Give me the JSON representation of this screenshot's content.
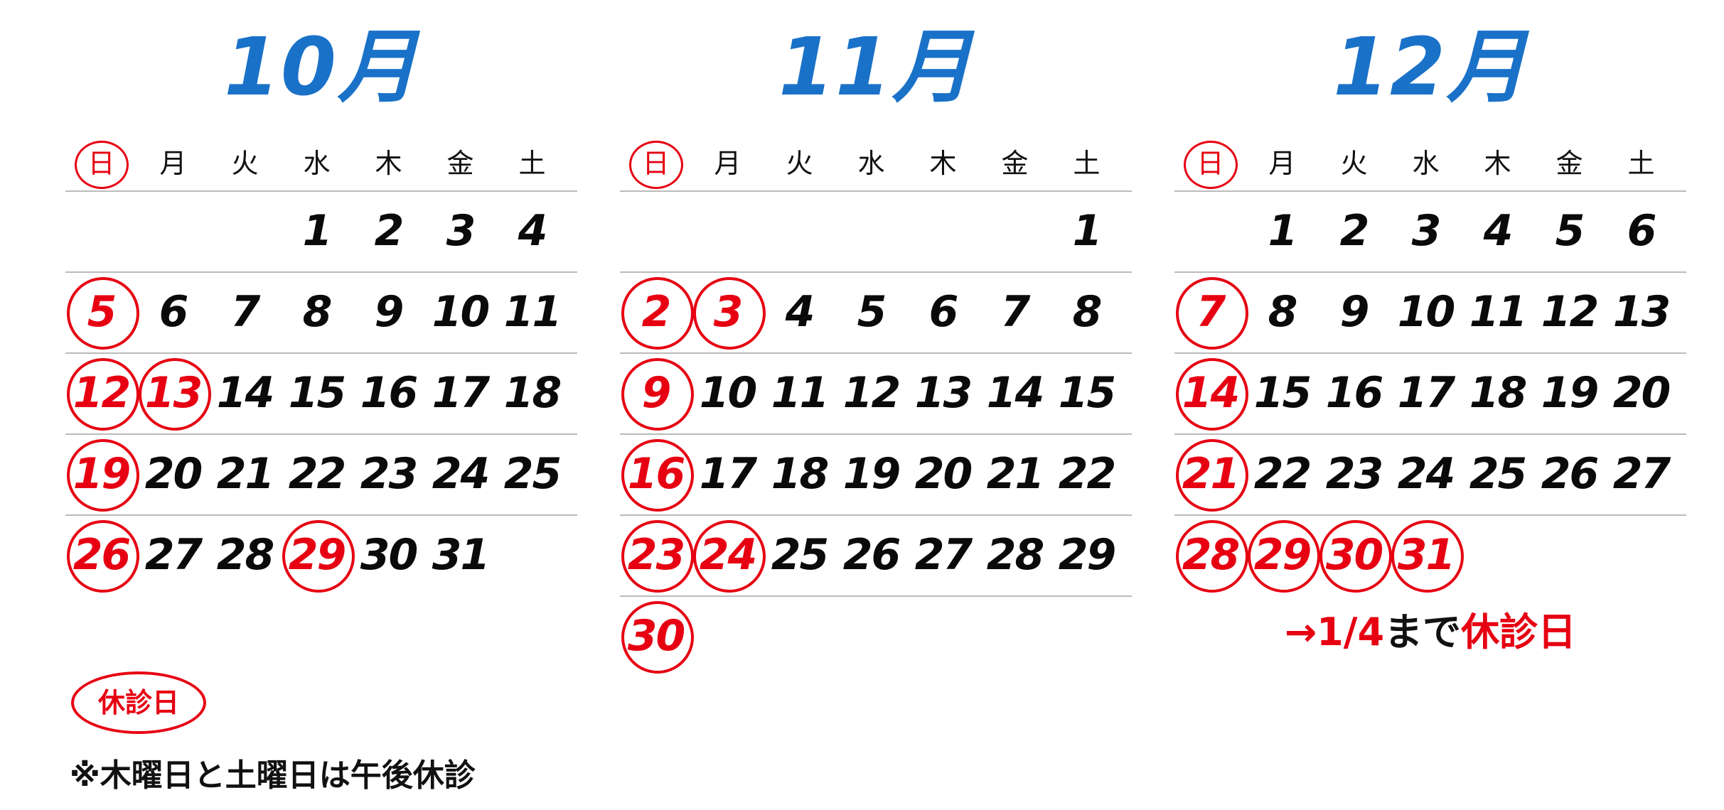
{
  "months": [
    {
      "title": "10月",
      "weekdays": [
        "日",
        "月",
        "火",
        "水",
        "木",
        "金",
        "土"
      ],
      "weeks": [
        [
          "",
          "",
          "",
          "1",
          "2",
          "3",
          "4"
        ],
        [
          "5",
          "6",
          "7",
          "8",
          "9",
          "10",
          "11"
        ],
        [
          "12",
          "13",
          "14",
          "15",
          "16",
          "17",
          "18"
        ],
        [
          "19",
          "20",
          "21",
          "22",
          "23",
          "24",
          "25"
        ],
        [
          "26",
          "27",
          "28",
          "29",
          "30",
          "31",
          ""
        ]
      ],
      "closed_days": [
        "5",
        "12",
        "13",
        "19",
        "26",
        "29"
      ]
    },
    {
      "title": "11月",
      "weekdays": [
        "日",
        "月",
        "火",
        "水",
        "木",
        "金",
        "土"
      ],
      "weeks": [
        [
          "",
          "",
          "",
          "",
          "",
          "",
          "1"
        ],
        [
          "2",
          "3",
          "4",
          "5",
          "6",
          "7",
          "8"
        ],
        [
          "9",
          "10",
          "11",
          "12",
          "13",
          "14",
          "15"
        ],
        [
          "16",
          "17",
          "18",
          "19",
          "20",
          "21",
          "22"
        ],
        [
          "23",
          "24",
          "25",
          "26",
          "27",
          "28",
          "29"
        ],
        [
          "30",
          "",
          "",
          "",
          "",
          "",
          ""
        ]
      ],
      "closed_days": [
        "2",
        "3",
        "9",
        "16",
        "23",
        "24",
        "30"
      ]
    },
    {
      "title": "12月",
      "weekdays": [
        "日",
        "月",
        "火",
        "水",
        "木",
        "金",
        "土"
      ],
      "weeks": [
        [
          "",
          "1",
          "2",
          "3",
          "4",
          "5",
          "6"
        ],
        [
          "7",
          "8",
          "9",
          "10",
          "11",
          "12",
          "13"
        ],
        [
          "14",
          "15",
          "16",
          "17",
          "18",
          "19",
          "20"
        ],
        [
          "21",
          "22",
          "23",
          "24",
          "25",
          "26",
          "27"
        ],
        [
          "28",
          "29",
          "30",
          "31",
          "",
          "",
          ""
        ]
      ],
      "closed_days": [
        "7",
        "14",
        "21",
        "28",
        "29",
        "30",
        "31"
      ],
      "note": {
        "arrow_date": "→1/4",
        "middle": "まで",
        "label": "休診日"
      }
    }
  ],
  "legend": {
    "label": "休診日"
  },
  "footnote": "※木曜日と土曜日は午後休診",
  "colors": {
    "title": "#1a71c8",
    "closed": "#e60012",
    "text": "#0a0a0a",
    "rule": "#bbbbbb"
  }
}
